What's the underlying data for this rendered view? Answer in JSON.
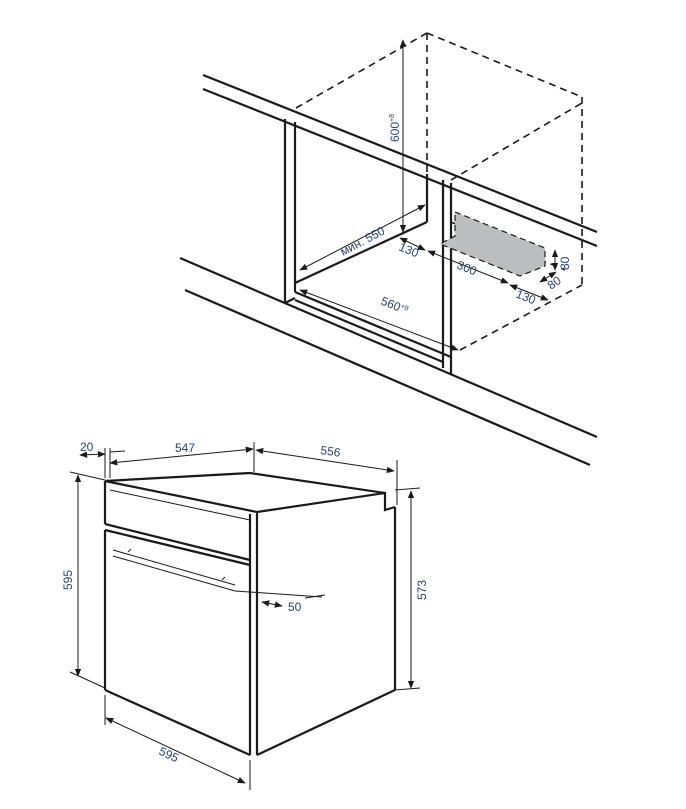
{
  "colors": {
    "lines": "#1a1a1a",
    "labels": "#2a4470",
    "vent_area": "#bdbec0"
  },
  "niche": {
    "height": "600",
    "height_tol": "+8",
    "depth_min": "мин. 550",
    "width": "560",
    "width_tol": "+8",
    "vent_offset_left": "130",
    "vent_length": "300",
    "vent_offset_right": "130",
    "vent_depth": "80",
    "vent_height": "80"
  },
  "oven": {
    "front_thickness": "20",
    "body_depth": "547",
    "total_width_top": "556",
    "front_height": "595",
    "body_height": "573",
    "handle_offset": "50",
    "front_width": "595"
  }
}
